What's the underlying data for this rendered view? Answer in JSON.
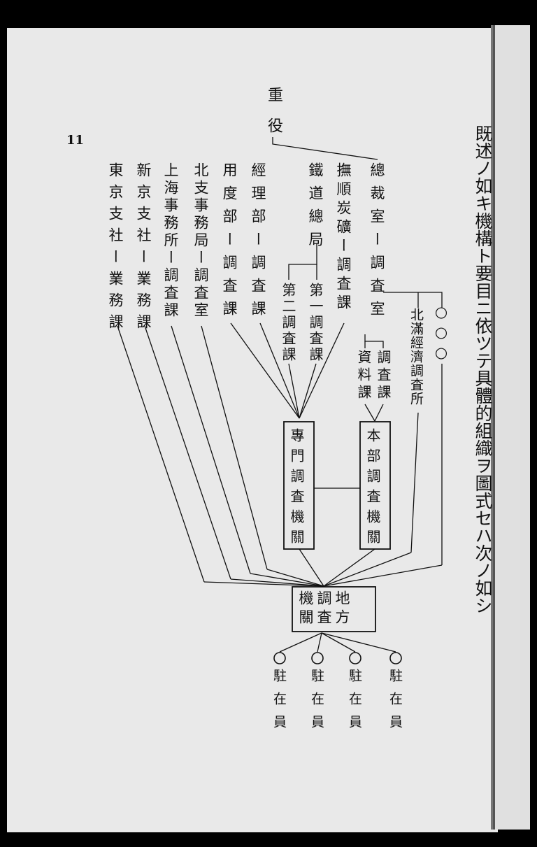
{
  "page_number": "11",
  "side_text": "既述ノ如キ機構ト要目ニ依ツテ具體的組織ヲ圖式セハ次ノ如シ",
  "top": "重役",
  "right_columns": [
    {
      "id": "c1",
      "text": "總裁室ー調査室"
    },
    {
      "id": "c2",
      "text": "撫順炭礦ー調査課"
    },
    {
      "id": "c3",
      "text": "鐵道總局"
    }
  ],
  "left_columns": [
    {
      "id": "l1",
      "text": "經理部ー調査課"
    },
    {
      "id": "l2",
      "text": "用度部ー調査課"
    },
    {
      "id": "l3",
      "text": "北支事務局ー調査室"
    },
    {
      "id": "l4",
      "text": "上海事務所ー調査課"
    },
    {
      "id": "l5",
      "text": "新京支社ー業務課"
    },
    {
      "id": "l6",
      "text": "東京支社ー業務課"
    }
  ],
  "sub_sections": {
    "section1": "第一調査課",
    "section2": "第二調査課",
    "shiryo": "資料課",
    "chosa": "調査課",
    "hokuman": "北滿經濟調査所",
    "circles": "○○○"
  },
  "boxes": {
    "senmon": "專門調査機關",
    "honbu": "本部調査機關",
    "chiho": "地方調査機關"
  },
  "stations": [
    "駐在員",
    "駐在員",
    "駐在員",
    "駐在員"
  ]
}
